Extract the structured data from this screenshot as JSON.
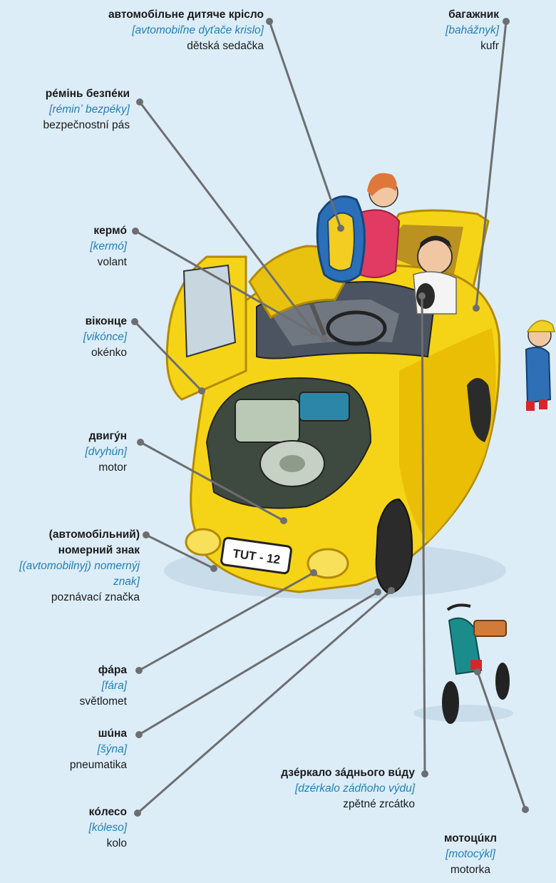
{
  "labels": [
    {
      "id": "car-seat",
      "uk": "автомобільне дитяче крісло",
      "tr": "[avtomobiľne dyťače krislo]",
      "cz": "dětská sedačka"
    },
    {
      "id": "trunk",
      "uk": "багажник",
      "tr": "[bahážnyk]",
      "cz": "kufr"
    },
    {
      "id": "seat-belt",
      "uk": "рéмінь безпéки",
      "tr": "[réminʼ bezpéky]",
      "cz": "bezpečnostní pás"
    },
    {
      "id": "steering-wheel",
      "uk": "кермó",
      "tr": "[kermó]",
      "cz": "volant"
    },
    {
      "id": "window",
      "uk": "віконце",
      "tr": "[vikónce]",
      "cz": "okénko"
    },
    {
      "id": "engine",
      "uk": "двигýн",
      "tr": "[dvyhún]",
      "cz": "motor"
    },
    {
      "id": "license-plate",
      "uk": "(автомобільний)\nномерний знак",
      "tr": "[(avtomobilnyj) nomernýj\nznak]",
      "cz": "poznávací značka"
    },
    {
      "id": "headlight",
      "uk": "фáра",
      "tr": "[fára]",
      "cz": "světlomet"
    },
    {
      "id": "tire",
      "uk": "шúна",
      "tr": "[šýna]",
      "cz": "pneumatika"
    },
    {
      "id": "mirror",
      "uk": "дзéркало зáднього вúду",
      "tr": "[dzérkalo zádňoho výdu]",
      "cz": "zpětné zrcátko"
    },
    {
      "id": "wheel",
      "uk": "кóлесо",
      "tr": "[kóleso]",
      "cz": "kolo"
    },
    {
      "id": "motorcycle",
      "uk": "мотоцúкл",
      "tr": "[motocýkl]",
      "cz": "motorka"
    }
  ],
  "plate_text": "TUT - 12",
  "colors": {
    "background": "#dcedf8",
    "car_yellow": "#f5d417",
    "car_shade": "#d9a800",
    "line": "#6d6e70",
    "translit": "#1f7fb8"
  }
}
